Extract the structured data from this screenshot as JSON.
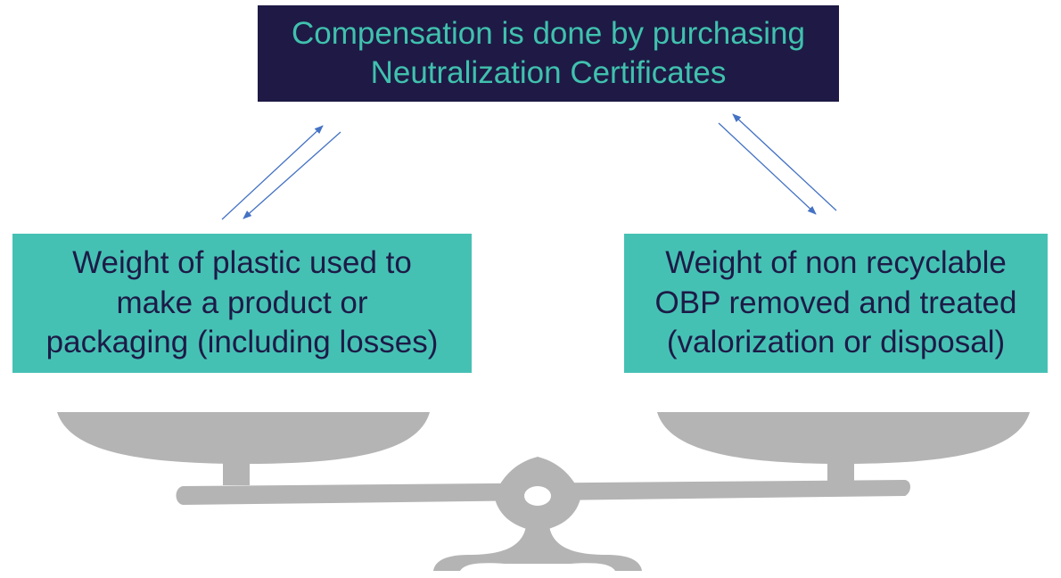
{
  "nodes": {
    "top": {
      "text": "Compensation is done by purchasing\nNeutralization Certificates",
      "bg_color": "#1e1a45",
      "text_color": "#40c1ae"
    },
    "left": {
      "text": "Weight of plastic used to\nmake a product or\npackaging (including losses)",
      "bg_color": "#45c1b4",
      "text_color": "#1d1b47"
    },
    "right": {
      "text": "Weight of non recyclable\nOBP removed and treated\n(valorization or disposal)",
      "bg_color": "#45c1b4",
      "text_color": "#1d1b47"
    }
  },
  "edges": [
    {
      "from": "left",
      "to": "top",
      "direction": "to-top"
    },
    {
      "from": "top",
      "to": "left",
      "direction": "to-left"
    },
    {
      "from": "top",
      "to": "right",
      "direction": "to-right"
    },
    {
      "from": "right",
      "to": "top",
      "direction": "to-top"
    }
  ],
  "arrow_color": "#4472c4",
  "scale": {
    "icon": "balance-scale-icon",
    "color": "#b4b4b4"
  }
}
